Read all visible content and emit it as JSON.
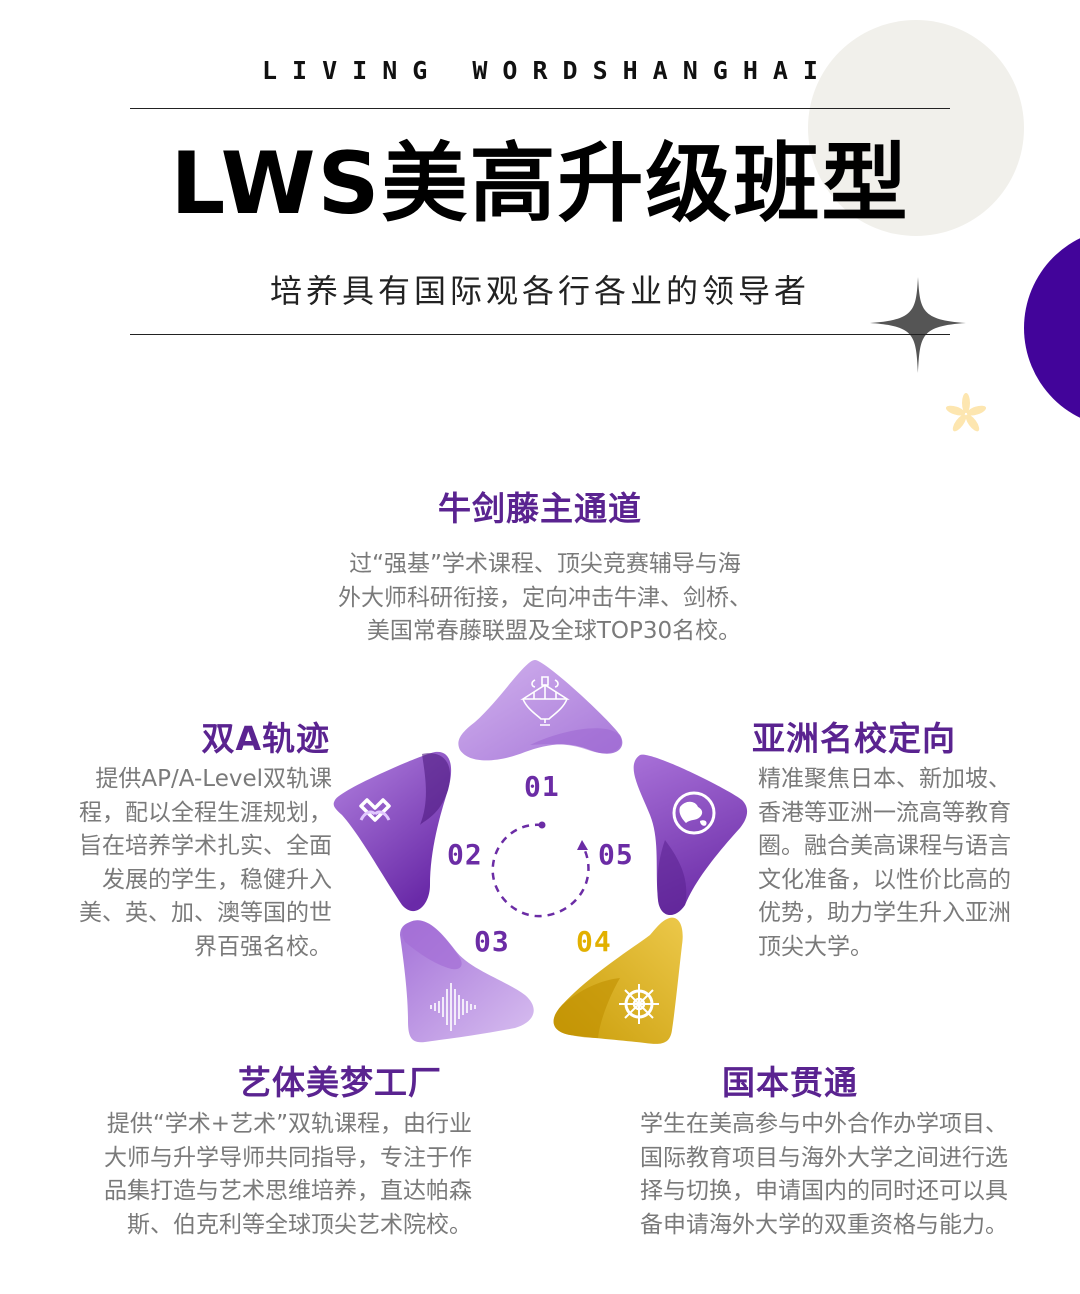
{
  "header": {
    "brand": "LIVING WORDSHANGHAI",
    "title": "LWS美高升级班型",
    "subtitle": "培养具有国际观各行各业的领导者"
  },
  "colors": {
    "accent_purple": "#5a2390",
    "deco_purple": "#42049a",
    "gold": "#e2b000",
    "body_text": "#7a7a7a",
    "deco_beige": "#f1f0eb",
    "deco_star": "#fde6b0"
  },
  "diagram": {
    "steps": [
      {
        "number": "01",
        "icon": "spinning-top-icon",
        "color": "#b88be0"
      },
      {
        "number": "02",
        "icon": "heart-link-icon",
        "color": "#7a35b0"
      },
      {
        "number": "03",
        "icon": "sound-wave-icon",
        "color": "#c5a0e6"
      },
      {
        "number": "04",
        "icon": "ship-wheel-icon",
        "color": "#dcb020"
      },
      {
        "number": "05",
        "icon": "globe-icon",
        "color": "#8748c0"
      }
    ],
    "center_icon": "cycle-arrow-icon"
  },
  "sections": {
    "s1": {
      "title": "牛剑藤主通道",
      "lines": [
        "过“强基”学术课程、顶尖竞赛辅导与海",
        "外大师科研衔接，定向冲击牛津、剑桥、",
        "美国常春藤联盟及全球TOP30名校。"
      ]
    },
    "s2": {
      "title": "双A轨迹",
      "lines": [
        "提供AP/A-Level双轨课",
        "程，配以全程生涯规划，",
        "旨在培养学术扎实、全面",
        "发展的学生，稳健升入",
        "美、英、加、澳等国的世",
        "界百强名校。"
      ]
    },
    "s3": {
      "title": "艺体美梦工厂",
      "lines": [
        "提供“学术+艺术”双轨课程，由行业",
        "大师与升学导师共同指导，专注于作",
        "品集打造与艺术思维培养，直达帕森",
        "斯、伯克利等全球顶尖艺术院校。"
      ]
    },
    "s4": {
      "title": "国本贯通",
      "lines": [
        "学生在美高参与中外合作办学项目、",
        "国际教育项目与海外大学之间进行选",
        "择与切换，申请国内的同时还可以具",
        "备申请海外大学的双重资格与能力。"
      ]
    },
    "s5": {
      "title": "亚洲名校定向",
      "lines": [
        "精准聚焦日本、新加坡、",
        "香港等亚洲一流高等教育",
        "圈。融合美高课程与语言",
        "文化准备，以性价比高的",
        "优势，助力学生升入亚洲",
        "顶尖大学。"
      ]
    }
  }
}
